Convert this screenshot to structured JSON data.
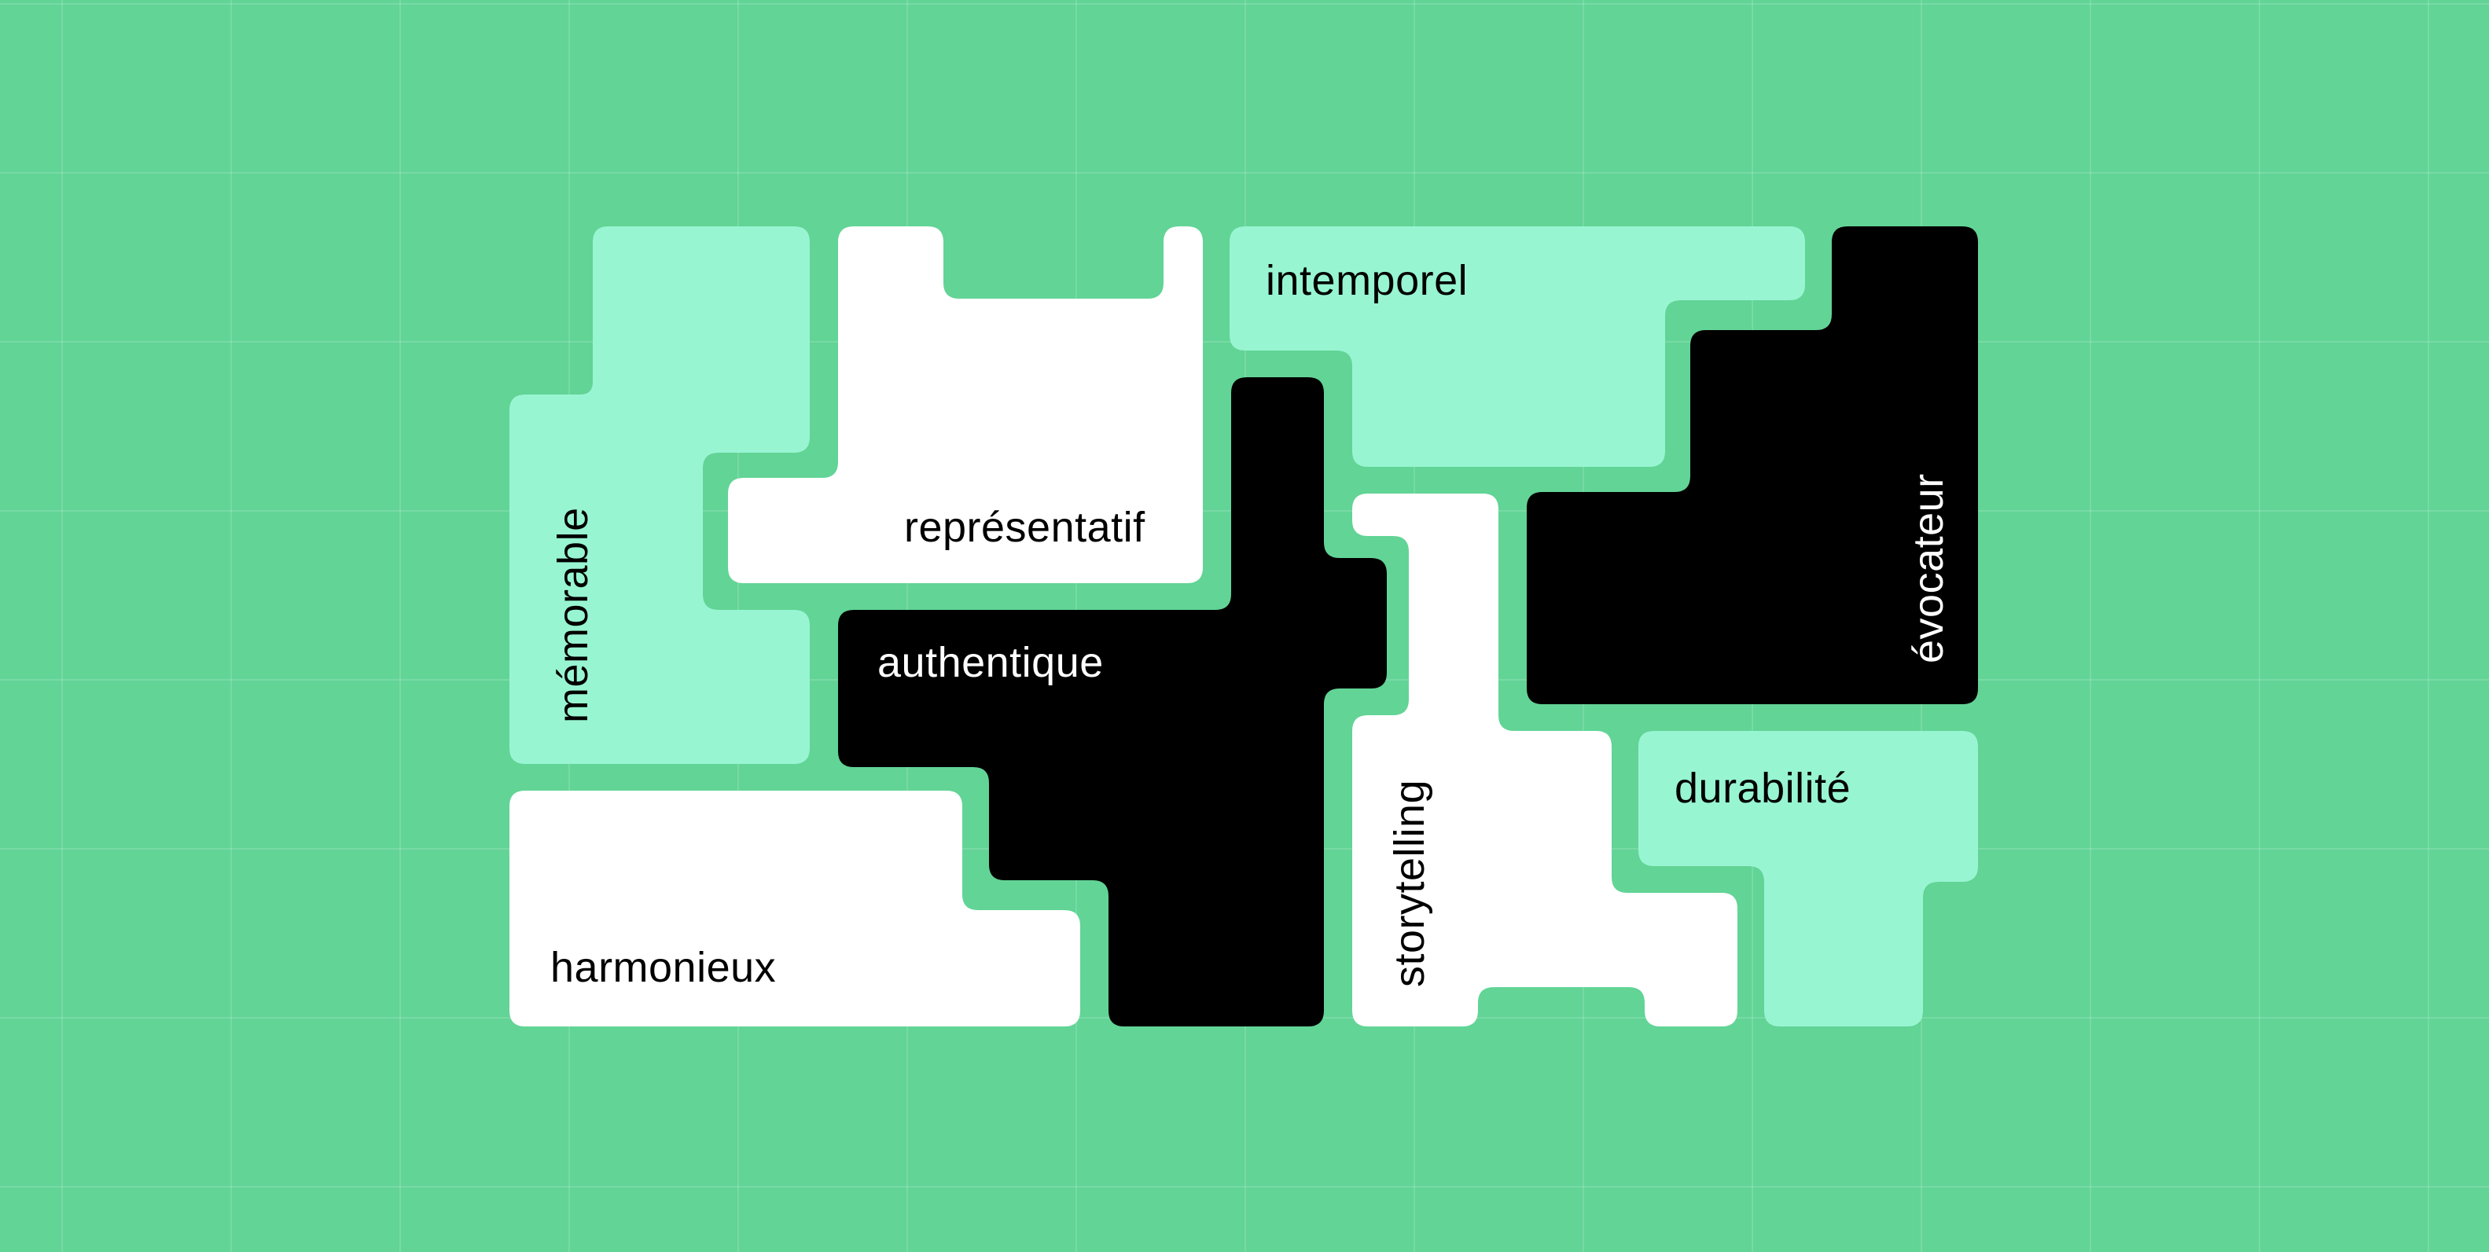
{
  "colors": {
    "background": "#62d496",
    "mint": "#98f5d2",
    "white": "#ffffff",
    "black": "#000000"
  },
  "tiles": {
    "memorable": {
      "label": "mémorable",
      "color": "mint",
      "text_color": "#000000"
    },
    "representatif": {
      "label": "représentatif",
      "color": "white",
      "text_color": "#000000"
    },
    "intemporel": {
      "label": "intemporel",
      "color": "mint",
      "text_color": "#000000"
    },
    "evocateur": {
      "label": "évocateur",
      "color": "black",
      "text_color": "#ffffff"
    },
    "authentique": {
      "label": "authentique",
      "color": "black",
      "text_color": "#ffffff"
    },
    "storytelling": {
      "label": "storytelling",
      "color": "white",
      "text_color": "#000000"
    },
    "durabilite": {
      "label": "durabilité",
      "color": "mint",
      "text_color": "#000000"
    },
    "harmonieux": {
      "label": "harmonieux",
      "color": "white",
      "text_color": "#000000"
    }
  }
}
